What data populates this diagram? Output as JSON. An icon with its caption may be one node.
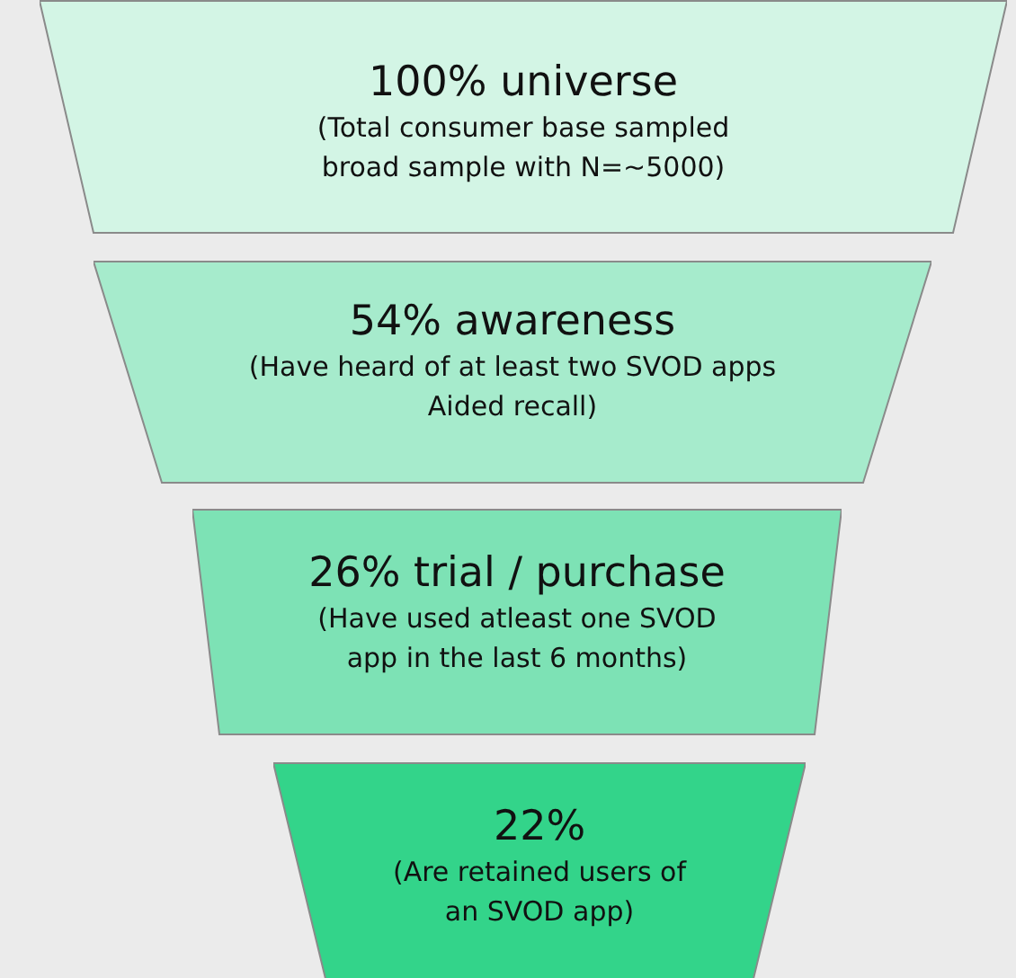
{
  "diagram": {
    "nodes": [
      {
        "text": [
          "100% universe",
          "(Total consumer base sampled broad sample with N=~5000)"
        ]
      },
      {
        "text": [
          "54% awareness",
          "(Have heard of at least two SVOD apps Aided recall)"
        ]
      },
      {
        "text": [
          "26% trial / purchase",
          "(Have used atleast one SVOD app in the last 6 months)"
        ]
      },
      {
        "text": [
          "22%",
          "(Are retained users of an SVOD app)"
        ]
      }
    ]
  }
}
